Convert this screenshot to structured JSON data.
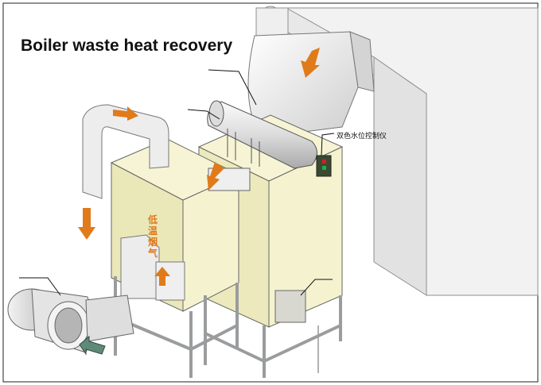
{
  "title": "Boiler waste heat recovery",
  "callouts": {
    "water_level_controller": "双色水位控制仪"
  },
  "vertical_label": "低温烟气",
  "colors": {
    "flow_arrow": "#e07a1a",
    "inlet_arrow": "#5f8a78",
    "unit_body": "#f3f0c6",
    "metal": "#e8e8ea",
    "frame": "#cfd1d2",
    "outline": "#444444"
  }
}
